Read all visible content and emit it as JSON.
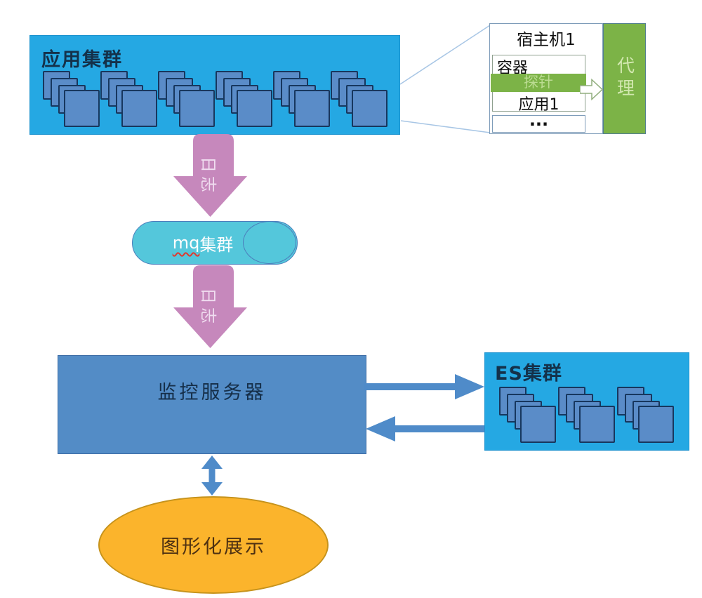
{
  "app_cluster": {
    "label": "应用集群",
    "stack_count": 6,
    "squares_per_stack": 4
  },
  "host_detail": {
    "host_label": "宿主机1",
    "container_label": "容器",
    "probe_label": "探针",
    "app_label": "应用1",
    "ellipsis": "...",
    "agent_label": "代理"
  },
  "log_flow_top": {
    "label": "日志"
  },
  "mq": {
    "label_prefix": "mq",
    "label_suffix": "集群"
  },
  "log_flow_bottom": {
    "label": "日志"
  },
  "monitor": {
    "label": "监控服务器"
  },
  "es_cluster": {
    "label": "ES集群",
    "stack_count": 3,
    "squares_per_stack": 4
  },
  "display": {
    "label": "图形化展示"
  },
  "colors": {
    "cluster_cyan": "#25A8E3",
    "node_blue": "#5A8CC8",
    "node_border": "#17375E",
    "flow_pink": "#C688BC",
    "flow_label_pink": "#F0DDF0",
    "mq_teal": "#54C7DB",
    "mq_border": "#4B7EBC",
    "server_blue": "#538CC6",
    "arrow_blue": "#4F8BC9",
    "agent_green": "#7CB347",
    "probe_green": "#7CB347",
    "display_orange": "#FBB42C",
    "display_border": "#C6931C",
    "title_navy": "#14314A",
    "spellcheck_red": "#E0392F"
  }
}
